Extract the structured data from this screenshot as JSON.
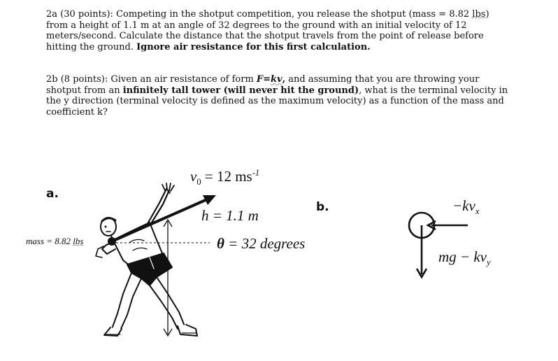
{
  "problem_2a": {
    "label": "2a (30 points): ",
    "text_1": "Competing in the shotput competition, you release the shotput (mass = 8.82 ",
    "mass_unit": "lbs",
    "text_2": ") from a height of 1.1 m at an angle of 32 degrees to the ground with an initial velocity of 12 meters/second. Calculate the distance that the shotput travels from the point of release before hitting the ground. ",
    "bold_text": "Ignore air resistance for this first calculation."
  },
  "problem_2b": {
    "label": "2b (8 points): ",
    "text_1": "Given an air resistance of form ",
    "force_lhs": "F=",
    "force_rhs": "kv",
    "force_end": ",",
    "text_2": " and assuming that you are throwing your shotput from an ",
    "bold_text": "infinitely tall tower (will never hit the ground)",
    "text_3": ", what is the terminal velocity in the y direction (terminal velocity is defined as the maximum velocity) as a function of the mass and coefficient k?"
  },
  "figure_a": {
    "label": "a.",
    "velocity_var": "v",
    "velocity_sub": "0",
    "velocity_eq": " = 12 ms",
    "velocity_exp": "-1",
    "height": "h = 1.1 m",
    "angle_sym": "θ",
    "angle_text": " = 32 degrees",
    "mass_text": "mass = 8.82 ",
    "mass_unit": "lbs"
  },
  "figure_b": {
    "label": "b.",
    "drag_x": "−kv",
    "drag_x_sub": "x",
    "weight_text": "mg − kv",
    "weight_sub": "y"
  }
}
